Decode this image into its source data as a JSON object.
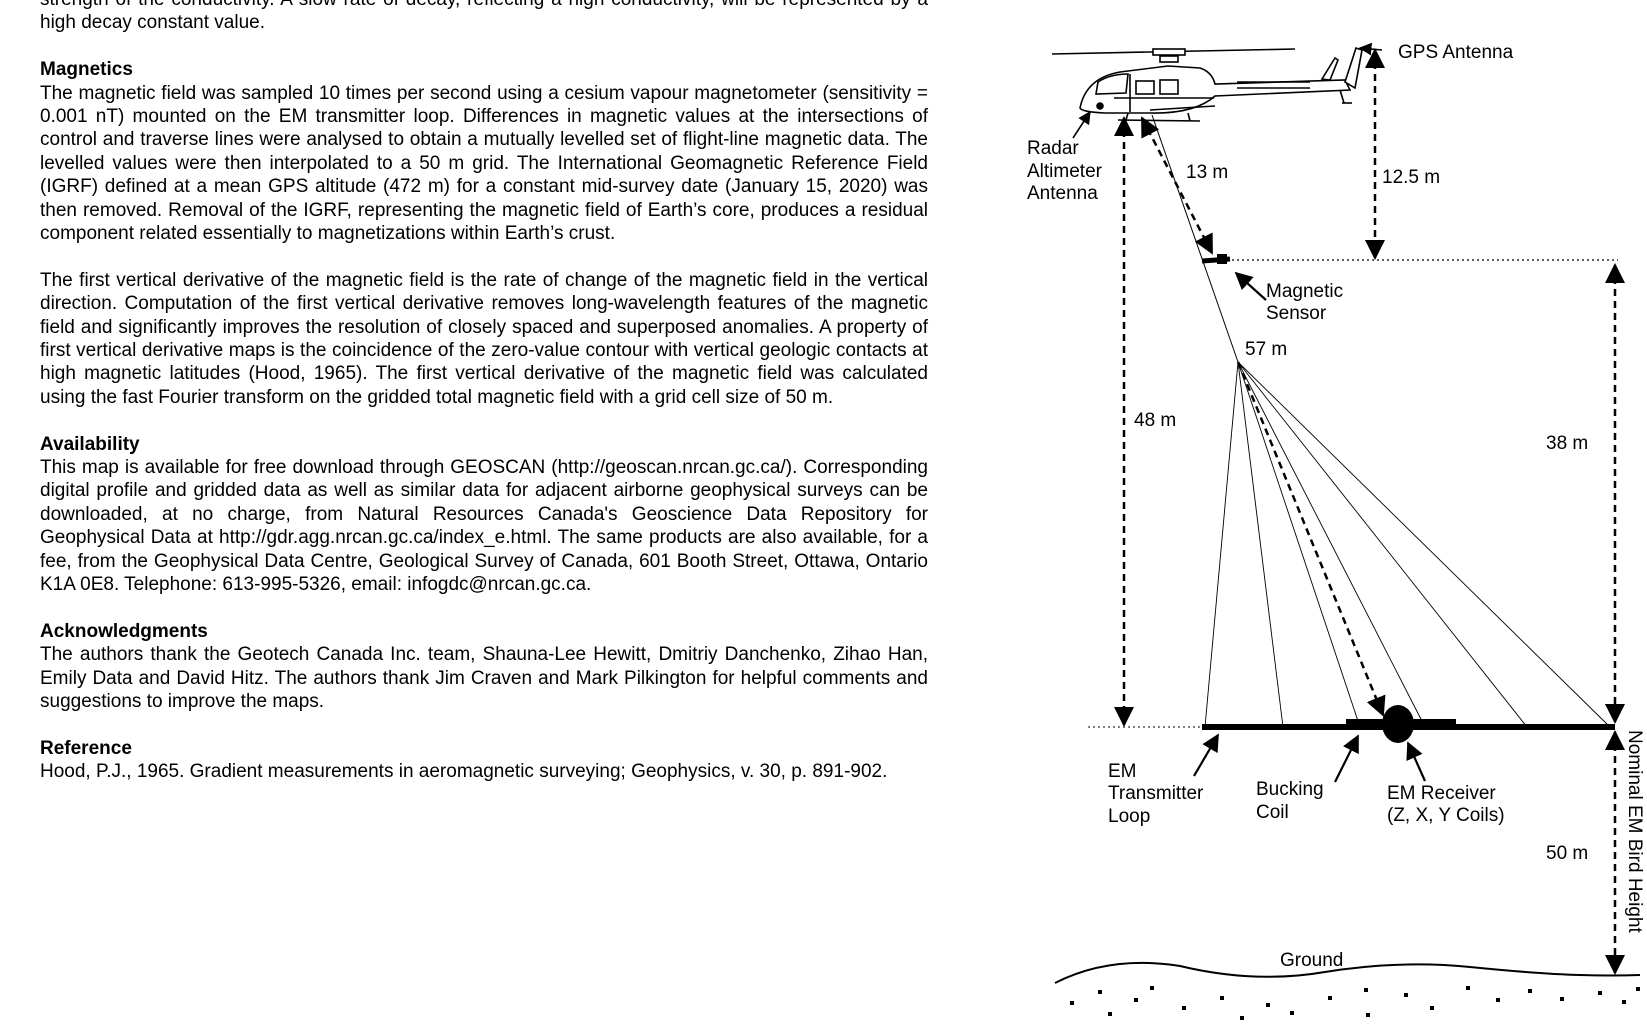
{
  "text": {
    "intro_tail": "strength of the conductivity. A slow rate of decay, reflecting a high conductivity, will be represented by a high decay constant value.",
    "magnetics": {
      "heading": "Magnetics",
      "p1": "The magnetic field was sampled 10 times per second using a cesium vapour magnetometer (sensitivity = 0.001 nT) mounted on the EM transmitter loop. Differences in magnetic values at the intersections of control and traverse lines were analysed to obtain a mutually levelled set of flight-line magnetic data. The levelled values were then interpolated to a 50 m grid. The International Geomagnetic Reference Field (IGRF) defined at a mean GPS altitude (472 m) for a constant mid-survey date (January 15, 2020) was then removed. Removal of the IGRF, representing the magnetic field of Earth’s core, produces a residual component related essentially to magnetizations within Earth’s crust.",
      "p2": "The first vertical derivative of the magnetic field is the rate of change of the magnetic field in the vertical direction. Computation of the first vertical derivative removes long-wavelength features of the magnetic field and significantly improves the resolution of closely spaced and superposed anomalies. A property of first vertical derivative maps is the coincidence of the zero-value contour with vertical geologic contacts at high magnetic latitudes (Hood, 1965). The first vertical derivative of the magnetic field was calculated using the fast Fourier transform on the gridded total magnetic field with a grid cell size of 50 m."
    },
    "availability": {
      "heading": "Availability",
      "p1": "This map is available for free download through GEOSCAN (http://geoscan.nrcan.gc.ca/). Corresponding digital profile and gridded data as well as similar data for adjacent airborne geophysical surveys can be downloaded, at no charge, from Natural Resources Canada's Geoscience Data Repository for Geophysical Data at http://gdr.agg.nrcan.gc.ca/index_e.html. The same products are also available, for a fee, from the Geophysical Data Centre, Geological Survey of Canada, 601 Booth Street, Ottawa, Ontario K1A 0E8. Telephone: 613-995-5326, email: infogdc@nrcan.gc.ca."
    },
    "acknowledgments": {
      "heading": "Acknowledgments",
      "p1": "The authors thank the Geotech Canada Inc. team, Shauna-Lee Hewitt, Dmitriy Danchenko, Zihao Han, Emily Data and David Hitz. The authors thank Jim Craven and Mark Pilkington for helpful comments and suggestions to improve the maps."
    },
    "reference": {
      "heading": "Reference",
      "p1": "Hood, P.J., 1965. Gradient measurements in aeromagnetic surveying; Geophysics, v. 30, p. 891-902."
    }
  },
  "diagram": {
    "gps_antenna": "GPS Antenna",
    "radar_1": "Radar",
    "radar_2": "Altimeter",
    "radar_3": "Antenna",
    "dist_13": "13 m",
    "dist_12_5": "12.5 m",
    "mag_1": "Magnetic",
    "mag_2": "Sensor",
    "dist_57": "57 m",
    "dist_48": "48 m",
    "dist_38": "38 m",
    "em_tx_1": "EM",
    "em_tx_2": "Transmitter",
    "em_tx_3": "Loop",
    "bucking_1": "Bucking",
    "bucking_2": "Coil",
    "em_rx_1": "EM Receiver",
    "em_rx_2": "(Z, X, Y Coils)",
    "dist_50": "50 m",
    "bird_height": "Nominal EM Bird Height",
    "ground": "Ground"
  }
}
